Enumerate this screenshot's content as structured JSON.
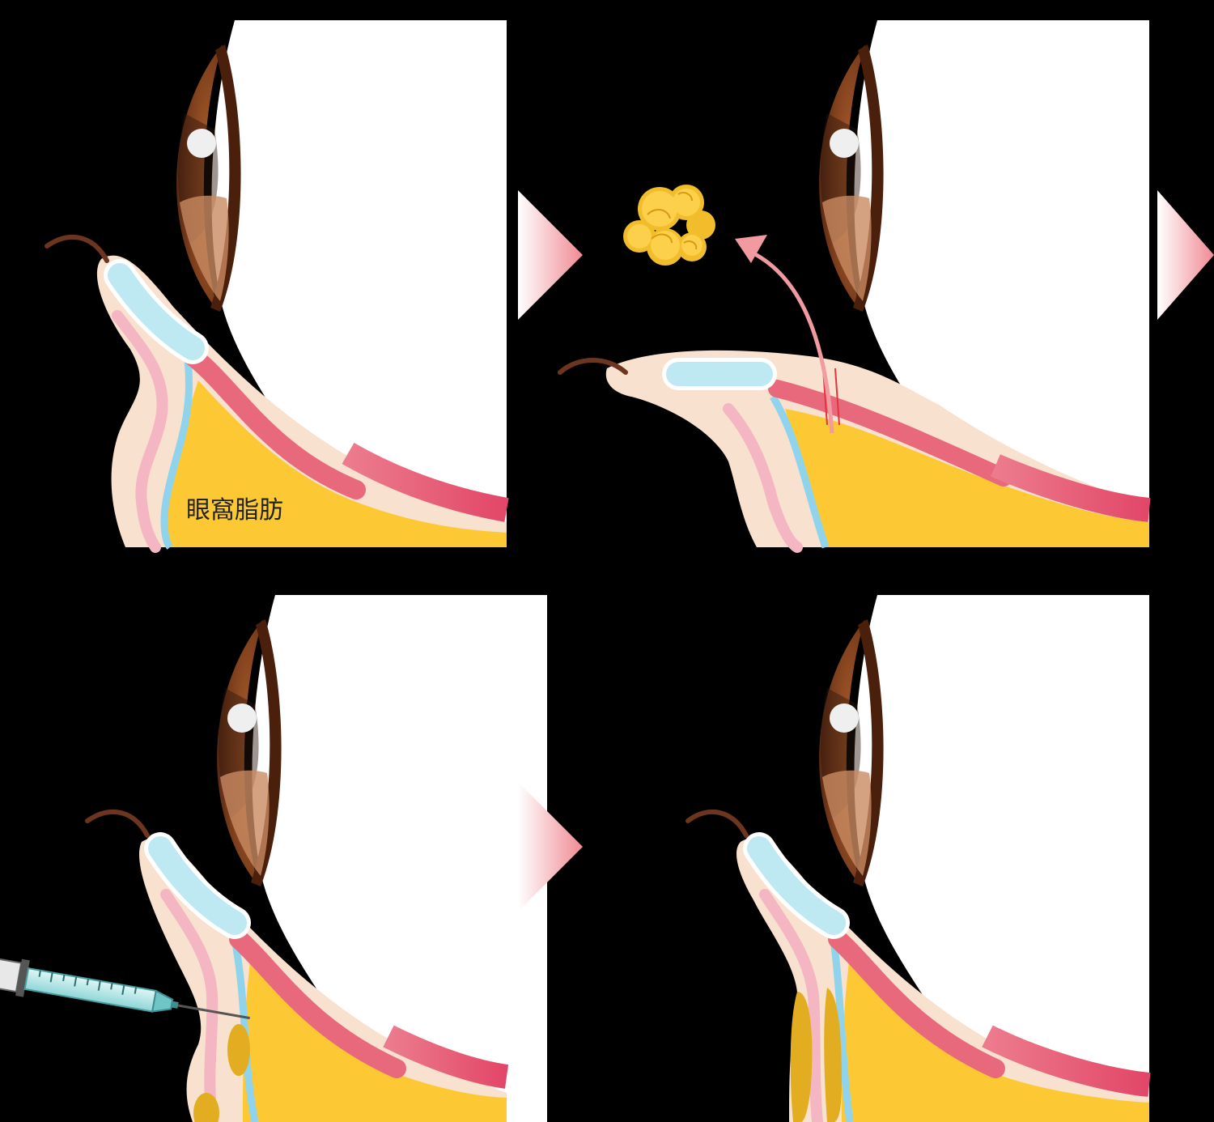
{
  "labels": {
    "orbital_fat": "眼窩脂肪"
  },
  "colors": {
    "background": "#000000",
    "sclera": "#ffffff",
    "iris": "#7a3d1c",
    "skin": "#f9e1cf",
    "muscle": "#e8697c",
    "septum": "#8fd3ec",
    "tarsal_plate": "#bfe9f2",
    "fat": "#fcc935",
    "arrow": "#f19a9f"
  },
  "steps": [
    {
      "id": "step-1",
      "state": "before"
    },
    {
      "id": "step-2",
      "state": "fat-removal"
    },
    {
      "id": "step-3",
      "state": "fat-injection"
    },
    {
      "id": "step-4",
      "state": "after"
    }
  ]
}
